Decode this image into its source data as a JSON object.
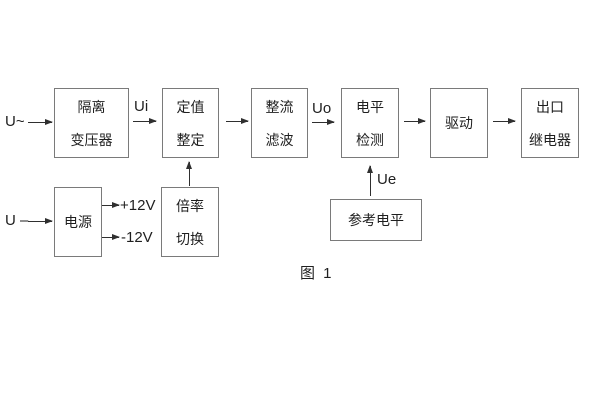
{
  "diagram": {
    "caption": "图 1",
    "colors": {
      "line": "#2f2f2f",
      "border": "#7a7a7a",
      "text": "#1f1f1f",
      "background": "#ffffff"
    },
    "inputs": {
      "ac": "U~",
      "dc": "U –"
    },
    "signals": {
      "ui": "Ui",
      "uo": "Uo",
      "ue": "Ue",
      "pos12": "+12V",
      "neg12": "-12V"
    },
    "blocks": {
      "isolation_transformer": {
        "line1": "隔离",
        "line2": "变压器"
      },
      "value_setting": {
        "line1": "定值",
        "line2": "整定"
      },
      "rectifier_filter": {
        "line1": "整流",
        "line2": "滤波"
      },
      "level_detection": {
        "line1": "电平",
        "line2": "检测"
      },
      "drive": {
        "line1": "驱动"
      },
      "output_relay": {
        "line1": "出口",
        "line2": "继电器"
      },
      "power_supply": {
        "line1": "电源"
      },
      "ratio_switching": {
        "line1": "倍率",
        "line2": "切换"
      },
      "reference_level": {
        "line1": "参考电平"
      }
    }
  }
}
